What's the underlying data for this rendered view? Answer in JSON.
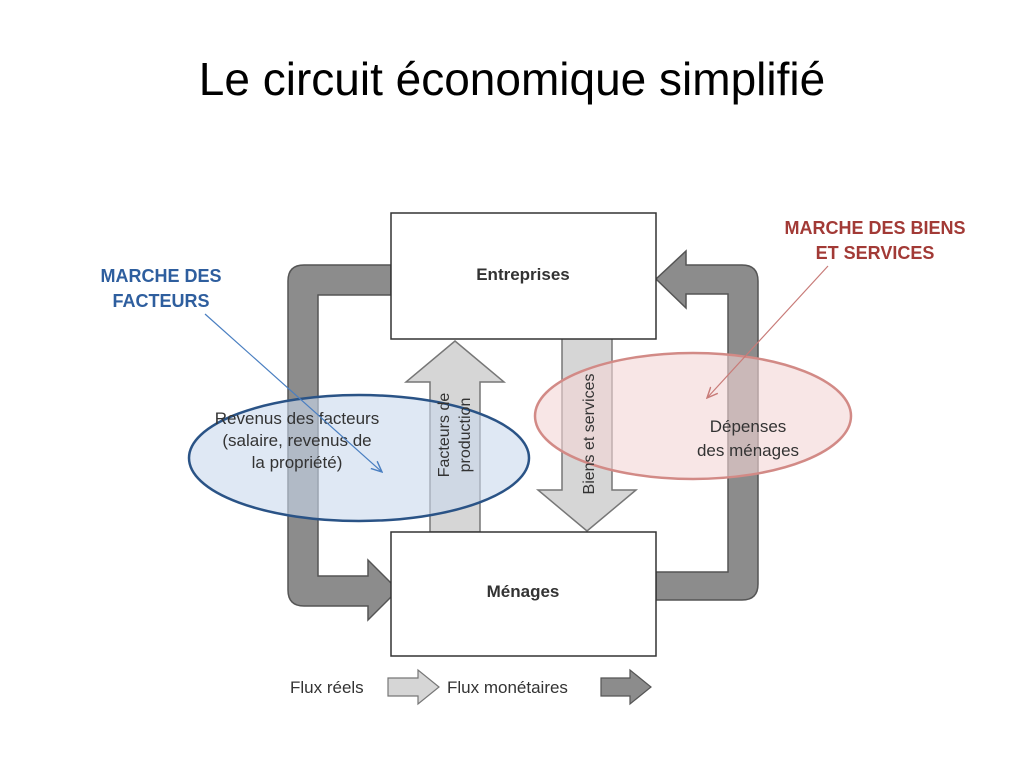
{
  "title": "Le circuit économique simplifié",
  "boxes": {
    "entreprises": "Entreprises",
    "menages": "Ménages"
  },
  "flows": {
    "facteurs_line1": "Facteurs de",
    "facteurs_line2": "production",
    "biens": "Biens et services",
    "revenus_line1": "Revenus des facteurs",
    "revenus_line2": "(salaire, revenus de",
    "revenus_line3": "la propriété)",
    "depenses_line1": "Dépenses",
    "depenses_line2": "des ménages"
  },
  "markets": {
    "facteurs_line1": "MARCHE DES",
    "facteurs_line2": "FACTEURS",
    "biens_line1": "MARCHE DES BIENS",
    "biens_line2": "ET SERVICES"
  },
  "legend": {
    "real": "Flux réels",
    "monetary": "Flux monétaires"
  },
  "colors": {
    "monetary_arrow": "#8c8c8c",
    "real_arrow": "#d6d6d6",
    "market_factors": "#2e5e9e",
    "market_goods": "#a23a36"
  },
  "icons": {
    "real_flow": "light-arrow-icon",
    "monetary_flow": "dark-arrow-icon"
  }
}
